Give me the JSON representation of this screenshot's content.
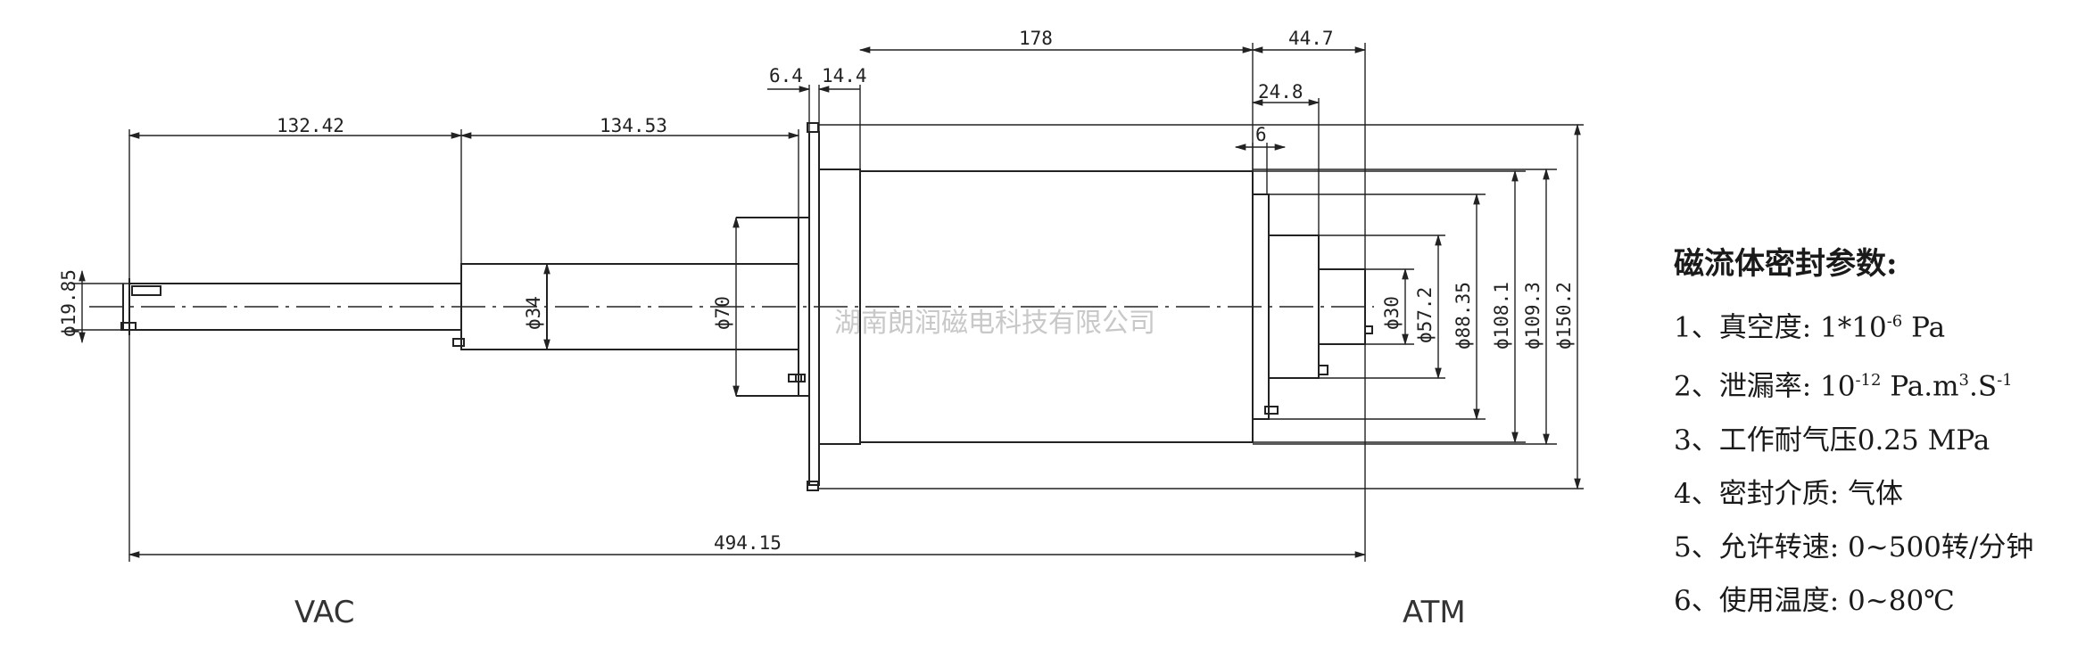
{
  "drawing": {
    "dimensions": {
      "d132_42": "132.42",
      "d134_53": "134.53",
      "d6_4": "6.4",
      "d14_4": "14.4",
      "d178": "178",
      "d44_7": "44.7",
      "d24_8": "24.8",
      "d6": "6",
      "d494_15": "494.15",
      "dia19_85": "ϕ19.85",
      "dia34": "ϕ34",
      "dia70": "ϕ70",
      "dia30": "ϕ30",
      "dia57_2": "ϕ57.2",
      "dia88_35": "ϕ88.35",
      "dia108_1": "ϕ108.1",
      "dia109_3": "ϕ109.3",
      "dia150_2": "ϕ150.2"
    },
    "side_labels": {
      "vac": "VAC",
      "atm": "ATM"
    },
    "watermark": "湖南朗润磁电科技有限公司"
  },
  "params": {
    "title": "磁流体密封参数:",
    "items": [
      {
        "prefix": "1、真空度: 1*10",
        "sup": "-6",
        "suffix": " Pa"
      },
      {
        "prefix": "2、泄漏率: 10",
        "sup": "-12",
        "mid": " Pa.m",
        "sup2": "3",
        "mid2": ".S",
        "sup3": "-1"
      },
      {
        "prefix": "3、工作耐气压0.25 MPa"
      },
      {
        "prefix": "4、密封介质: 气体"
      },
      {
        "prefix": "5、允许转速: 0~500转/分钟"
      },
      {
        "prefix": "6、使用温度: 0~80℃"
      }
    ]
  }
}
